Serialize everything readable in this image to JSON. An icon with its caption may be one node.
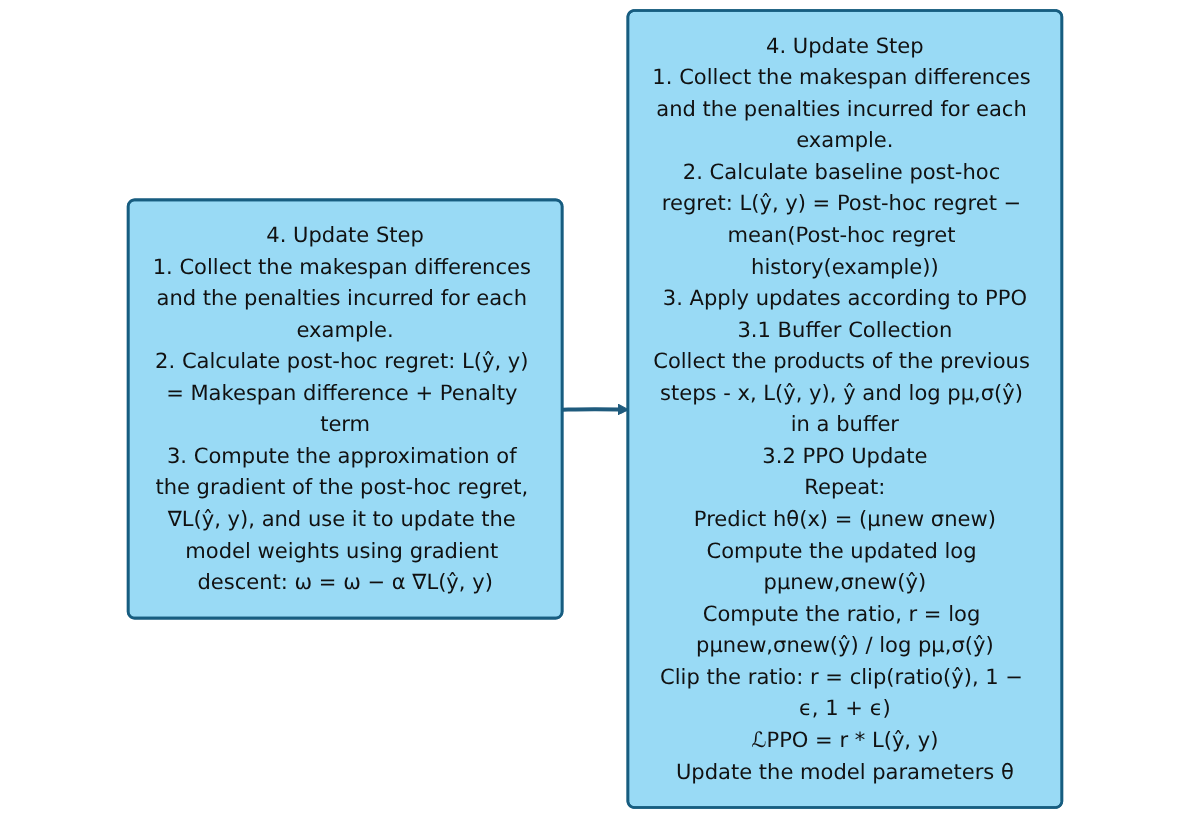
{
  "diagram": {
    "nodes": [
      {
        "text": [
          "4. Update Step",
          "1. Collect the makespan differences and the penalties incurred for each example.",
          "2. Calculate post-hoc regret: L(ŷ, y) = Makespan difference + Penalty term",
          "3. Compute the approximation of the gradient of the post-hoc regret, ∇L(ŷ, y), and use it to update the model weights using gradient descent: ω = ω − α ∇L(ŷ, y)"
        ]
      },
      {
        "text": [
          "4. Update Step",
          "1. Collect the makespan differences and the penalties incurred for each example.",
          "2. Calculate baseline post-hoc regret: L(ŷ, y) = Post-hoc regret − mean(Post-hoc regret history(example))",
          "3. Apply updates according to PPO",
          "3.1 Buffer Collection",
          "Collect the products of the previous steps - x, L(ŷ, y), ŷ and log pμ,σ(ŷ) in a buffer",
          "3.2 PPO Update",
          "Repeat:",
          "Predict hθ(x) = (μnew σnew)",
          "Compute the updated log pμnew,σnew(ŷ)",
          "Compute the ratio, r = log pμnew,σnew(ŷ) / log pμ,σ(ŷ)",
          "Clip the ratio: r = clip(ratio(ŷ), 1 − ϵ, 1 + ϵ)",
          "ℒPPO = r * L(ŷ, y)",
          "Update the model parameters θ"
        ]
      }
    ],
    "edges": [
      {
        "from": 0,
        "to": 1,
        "arrow": "to"
      }
    ]
  }
}
